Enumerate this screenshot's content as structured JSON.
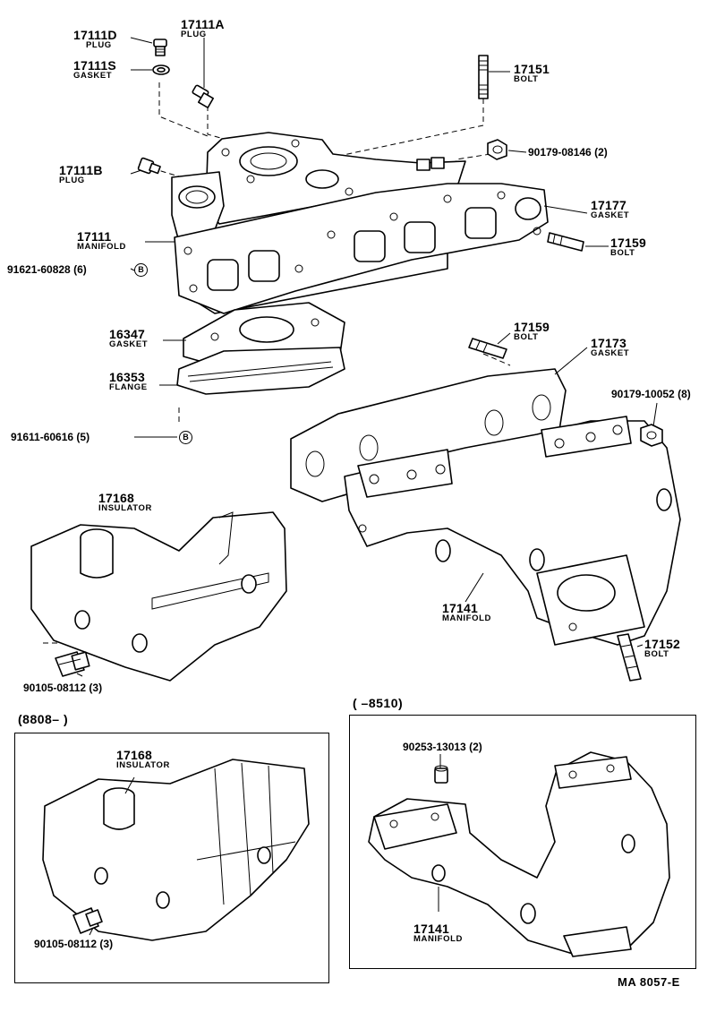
{
  "parts": [
    {
      "id": "p17111D",
      "number": "17111D",
      "name": "PLUG"
    },
    {
      "id": "p17111A",
      "number": "17111A",
      "name": "PLUG"
    },
    {
      "id": "p17111S",
      "number": "17111S",
      "name": "GASKET"
    },
    {
      "id": "p17151",
      "number": "17151",
      "name": "BOLT"
    },
    {
      "id": "p90179_08146",
      "number": "90179-08146 (2)",
      "name": ""
    },
    {
      "id": "p17111B",
      "number": "17111B",
      "name": "PLUG"
    },
    {
      "id": "p17177",
      "number": "17177",
      "name": "GASKET"
    },
    {
      "id": "p17111",
      "number": "17111",
      "name": "MANIFOLD"
    },
    {
      "id": "p17159a",
      "number": "17159",
      "name": "BOLT"
    },
    {
      "id": "p91621",
      "number": "91621-60828 (6)",
      "name": ""
    },
    {
      "id": "p16347",
      "number": "16347",
      "name": "GASKET"
    },
    {
      "id": "p17159b",
      "number": "17159",
      "name": "BOLT"
    },
    {
      "id": "p17173",
      "number": "17173",
      "name": "GASKET"
    },
    {
      "id": "p16353",
      "number": "16353",
      "name": "FLANGE"
    },
    {
      "id": "p90179_10052",
      "number": "90179-10052 (8)",
      "name": ""
    },
    {
      "id": "p91611",
      "number": "91611-60616 (5)",
      "name": ""
    },
    {
      "id": "p17168a",
      "number": "17168",
      "name": "INSULATOR"
    },
    {
      "id": "p17141a",
      "number": "17141",
      "name": "MANIFOLD"
    },
    {
      "id": "p17152",
      "number": "17152",
      "name": "BOLT"
    },
    {
      "id": "p90105a",
      "number": "90105-08112 (3)",
      "name": ""
    },
    {
      "id": "p17168b",
      "number": "17168",
      "name": "INSULATOR"
    },
    {
      "id": "p90253",
      "number": "90253-13013 (2)",
      "name": ""
    },
    {
      "id": "p90105b",
      "number": "90105-08112 (3)",
      "name": ""
    },
    {
      "id": "p17141b",
      "number": "17141",
      "name": "MANIFOLD"
    }
  ],
  "ref_marker": "B",
  "inset_left_caption": "(8808–      )",
  "inset_right_caption": "(      –8510)",
  "diagram_ref": "MA  8057-E"
}
